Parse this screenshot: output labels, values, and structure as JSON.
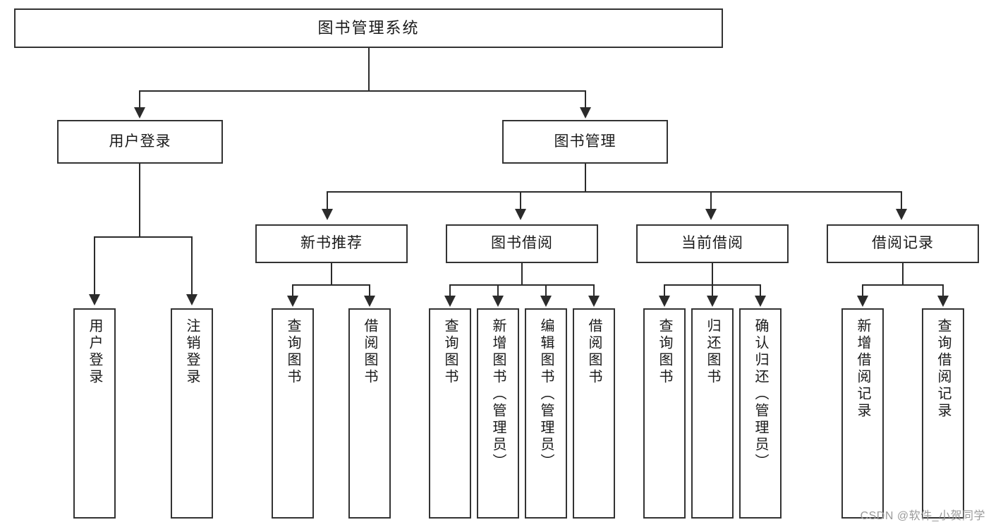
{
  "diagram": {
    "title": "图书管理系统",
    "type": "tree",
    "watermark": "CSDN @软件_小贺同学",
    "colors": {
      "box_border": "#333333",
      "box_fill": "#ffffff",
      "connector": "#2b2b2b",
      "text": "#1a1a1a",
      "watermark": "#9a9a9a",
      "background": "#ffffff"
    },
    "root": {
      "label": "图书管理系统"
    },
    "level2": [
      {
        "label": "用户登录"
      },
      {
        "label": "图书管理"
      }
    ],
    "level3": [
      {
        "label": "新书推荐"
      },
      {
        "label": "图书借阅"
      },
      {
        "label": "当前借阅"
      },
      {
        "label": "借阅记录"
      }
    ],
    "leaves": {
      "user_login": [
        {
          "label": "用户登录"
        },
        {
          "label": "注销登录"
        }
      ],
      "new_book_recommend": [
        {
          "label": "查询图书"
        },
        {
          "label": "借阅图书"
        }
      ],
      "book_borrow": [
        {
          "label": "查询图书"
        },
        {
          "label": "新增图书（管理员）"
        },
        {
          "label": "编辑图书（管理员）"
        },
        {
          "label": "借阅图书"
        }
      ],
      "current_borrow": [
        {
          "label": "查询图书"
        },
        {
          "label": "归还图书"
        },
        {
          "label": "确认归还（管理员）"
        }
      ],
      "borrow_records": [
        {
          "label": "新增借阅记录"
        },
        {
          "label": "查询借阅记录"
        }
      ]
    }
  }
}
